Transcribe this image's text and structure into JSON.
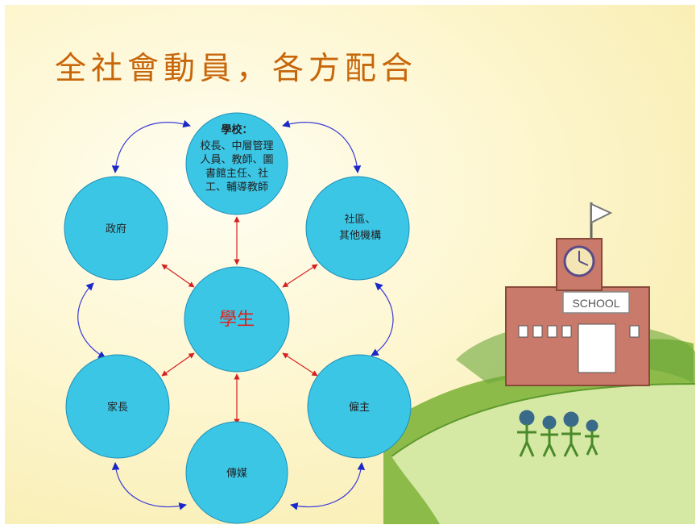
{
  "title": "全社會動員，各方配合",
  "diagram": {
    "center": {
      "label": "學生",
      "color": "#e0201a"
    },
    "nodes": [
      {
        "id": "school",
        "title": "學校：",
        "lines": [
          "校長、中層管理",
          "人員、教師、圖",
          "書館主任、社",
          "工、輔導教師"
        ]
      },
      {
        "id": "community",
        "lines": [
          "社區、",
          "其他機構"
        ]
      },
      {
        "id": "government",
        "lines": [
          "政府"
        ]
      },
      {
        "id": "parents",
        "lines": [
          "家長"
        ]
      },
      {
        "id": "employers",
        "lines": [
          "僱主"
        ]
      },
      {
        "id": "media",
        "lines": [
          "傳媒"
        ]
      }
    ],
    "colors": {
      "circle_fill": "#3cc6e6",
      "circle_stroke": "#1e90b8",
      "inner_arrow": "#d42020",
      "outer_arrow": "#1a28c8"
    }
  },
  "illustration": {
    "sign": "SCHOOL"
  }
}
